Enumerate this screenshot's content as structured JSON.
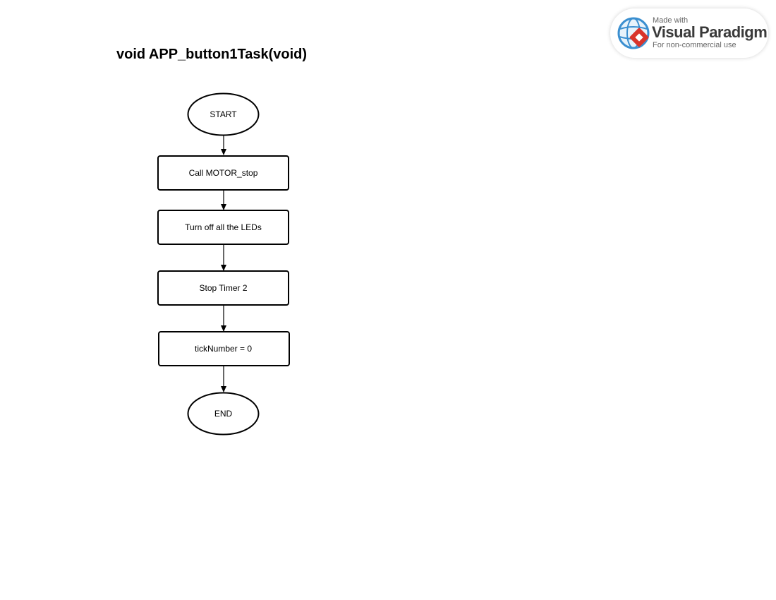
{
  "title": "void APP_button1Task(void)",
  "nodes": [
    {
      "id": "start",
      "shape": "ellipse",
      "label": "START"
    },
    {
      "id": "motor-stop",
      "shape": "rect",
      "label": "Call MOTOR_stop"
    },
    {
      "id": "leds-off",
      "shape": "rect",
      "label": "Turn off all the LEDs"
    },
    {
      "id": "stop-timer",
      "shape": "rect",
      "label": "Stop Timer 2"
    },
    {
      "id": "tick-reset",
      "shape": "rect",
      "label": "tickNumber = 0"
    },
    {
      "id": "end",
      "shape": "ellipse",
      "label": "END"
    }
  ],
  "edges": [
    {
      "from": "start",
      "to": "motor-stop"
    },
    {
      "from": "motor-stop",
      "to": "leds-off"
    },
    {
      "from": "leds-off",
      "to": "stop-timer"
    },
    {
      "from": "stop-timer",
      "to": "tick-reset"
    },
    {
      "from": "tick-reset",
      "to": "end"
    }
  ],
  "watermark": {
    "made_with": "Made with",
    "brand": "Visual Paradigm",
    "sub": "For non-commercial use"
  },
  "colors": {
    "stroke": "#000000",
    "logo_blue": "#3b8fd0",
    "logo_red": "#d9342b"
  }
}
